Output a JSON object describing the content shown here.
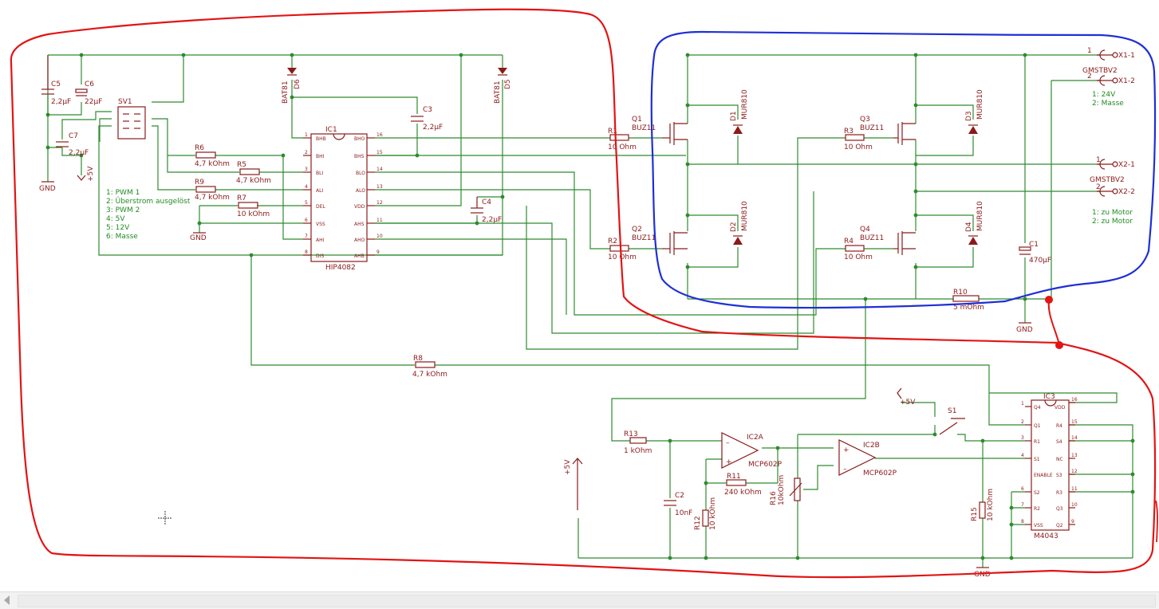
{
  "components": {
    "ic1": {
      "ref": "IC1",
      "value": "HIP4082",
      "left_pins": [
        [
          "1",
          "BHB"
        ],
        [
          "2",
          "BHI"
        ],
        [
          "3",
          "BLI"
        ],
        [
          "4",
          "ALI"
        ],
        [
          "5",
          "DEL"
        ],
        [
          "6",
          "VSS"
        ],
        [
          "7",
          "AHI"
        ],
        [
          "8",
          "DIS"
        ]
      ],
      "right_pins": [
        [
          "16",
          "BHO"
        ],
        [
          "15",
          "BHS"
        ],
        [
          "14",
          "BLO"
        ],
        [
          "13",
          "ALO"
        ],
        [
          "12",
          "VDD"
        ],
        [
          "11",
          "AHS"
        ],
        [
          "10",
          "AHO"
        ],
        [
          "9",
          "AHB"
        ]
      ]
    },
    "ic3": {
      "ref": "IC3",
      "value": "M4043",
      "left_pins": [
        [
          "1",
          "Q4"
        ],
        [
          "2",
          "Q1"
        ],
        [
          "3",
          "R1"
        ],
        [
          "4",
          "S1"
        ],
        [
          "5",
          "ENABLE"
        ],
        [
          "6",
          "S2"
        ],
        [
          "7",
          "R2"
        ],
        [
          "8",
          "VSS"
        ]
      ],
      "right_pins": [
        [
          "16",
          "VDD"
        ],
        [
          "15",
          "R4"
        ],
        [
          "14",
          "S4"
        ],
        [
          "13",
          "NC"
        ],
        [
          "12",
          "S3"
        ],
        [
          "11",
          "R3"
        ],
        [
          "10",
          "Q3"
        ],
        [
          "9",
          "Q2"
        ]
      ]
    },
    "ic2a": {
      "ref": "IC2A",
      "value": "MCP602P"
    },
    "ic2b": {
      "ref": "IC2B",
      "value": "MCP602P"
    },
    "sv1": {
      "ref": "SV1"
    },
    "s1": {
      "ref": "S1"
    },
    "resistors": [
      {
        "ref": "R6",
        "value": "4,7 kOhm"
      },
      {
        "ref": "R5",
        "value": "4,7 kOhm"
      },
      {
        "ref": "R9",
        "value": "4,7 kOhm"
      },
      {
        "ref": "R7",
        "value": "10 kOhm"
      },
      {
        "ref": "R1",
        "value": "10 Ohm"
      },
      {
        "ref": "R2",
        "value": "10 Ohm"
      },
      {
        "ref": "R3",
        "value": "10 Ohm"
      },
      {
        "ref": "R4",
        "value": "10 Ohm"
      },
      {
        "ref": "R8",
        "value": "4,7 kOhm"
      },
      {
        "ref": "R10",
        "value": "5 mOhm"
      },
      {
        "ref": "R13",
        "value": "1 kOhm"
      },
      {
        "ref": "R11",
        "value": "240 kOhm"
      },
      {
        "ref": "R12",
        "value": "10 kOhm"
      },
      {
        "ref": "R15",
        "value": "10 kOhm"
      },
      {
        "ref": "R16",
        "value": "10kOhm"
      }
    ],
    "capacitors": [
      {
        "ref": "C5",
        "value": "2,2µF"
      },
      {
        "ref": "C6",
        "value": "22µF"
      },
      {
        "ref": "C7",
        "value": "2,2µF"
      },
      {
        "ref": "C3",
        "value": "2,2µF"
      },
      {
        "ref": "C4",
        "value": "2,2µF"
      },
      {
        "ref": "C1",
        "value": "470µF"
      },
      {
        "ref": "C2",
        "value": "10nF"
      }
    ],
    "diodes": [
      {
        "ref": "D6",
        "value": "BAT81"
      },
      {
        "ref": "D5",
        "value": "BAT81"
      },
      {
        "ref": "D1",
        "value": "MUR810"
      },
      {
        "ref": "D2",
        "value": "MUR810"
      },
      {
        "ref": "D3",
        "value": "MUR810"
      },
      {
        "ref": "D4",
        "value": "MUR810"
      }
    ],
    "mosfets": [
      {
        "ref": "Q1",
        "value": "BUZ11"
      },
      {
        "ref": "Q2",
        "value": "BUZ11"
      },
      {
        "ref": "Q3",
        "value": "BUZ11"
      },
      {
        "ref": "Q4",
        "value": "BUZ11"
      }
    ],
    "connectors": {
      "x1_1": "X1-1",
      "x1_2": "X1-2",
      "x2_1": "X2-1",
      "x2_2": "X2-2",
      "gmstbv2_a": "GMSTBV2",
      "gmstbv2_b": "GMSTBV2",
      "pin1": "1",
      "pin2": "2"
    }
  },
  "supplies": {
    "gnd": "GND",
    "plus5v": "+5V"
  },
  "notes": {
    "sv1_pinout": [
      "1: PWM 1",
      "2: Überstrom ausgelöst",
      "3: PWM 2",
      "4: 5V",
      "5: 12V",
      "6: Masse"
    ],
    "x1_notes": [
      "1: 24V",
      "2: Masse"
    ],
    "x2_notes": [
      "1: zu Motor",
      "2: zu Motor"
    ]
  },
  "colors": {
    "wire": "#2e8b2e",
    "component": "#8b1a1a",
    "annotation_red": "#e21414",
    "annotation_blue": "#1f2fd6",
    "background": "#ffffff"
  }
}
